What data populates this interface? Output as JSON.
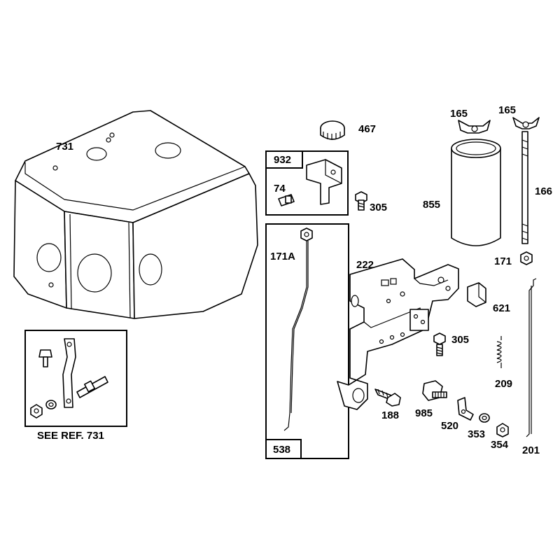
{
  "labels": {
    "p731": "731",
    "p467": "467",
    "p932": "932",
    "p74": "74",
    "p305a": "305",
    "p165a": "165",
    "p165b": "165",
    "p166": "166",
    "p855": "855",
    "p171a": "171A",
    "p222": "222",
    "p171": "171",
    "p621": "621",
    "p305b": "305",
    "p209": "209",
    "p188": "188",
    "p985": "985",
    "p520": "520",
    "p353": "353",
    "p354": "354",
    "p201": "201",
    "p538": "538",
    "see_ref": "SEE REF. 731"
  }
}
